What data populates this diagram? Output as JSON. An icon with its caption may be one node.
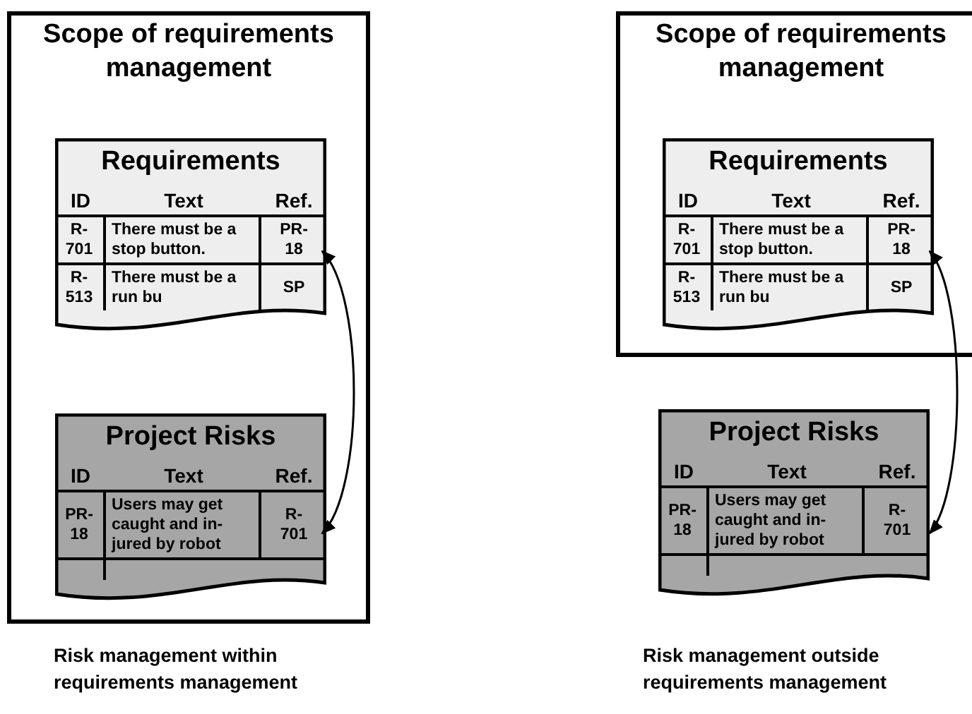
{
  "diagram": {
    "nodes": [
      {
        "text": [
          "Scope of requirements management"
        ]
      },
      {
        "text": [
          "Requirements",
          "ID",
          "Text",
          "Ref.",
          "R- 701",
          "There must be a stop button.",
          "PR- 18",
          "R- 513",
          "There must be a run bu",
          "SP"
        ],
        "in": 0
      },
      {
        "text": [
          "Project Risks",
          "ID",
          "Text",
          "Ref.",
          "PR- 18",
          "Users may get caught and in- jured by robot",
          "R- 701"
        ],
        "in": 0
      },
      {
        "text": [
          "Scope of requirements management"
        ]
      },
      {
        "text": [
          "Requirements",
          "ID",
          "Text",
          "Ref.",
          "R- 701",
          "There must be a stop button.",
          "PR- 18",
          "R- 513",
          "There must be a run bu",
          "SP"
        ],
        "in": 3
      },
      {
        "text": [
          "Project Risks",
          "ID",
          "Text",
          "Ref.",
          "PR- 18",
          "Users may get caught and in- jured by robot",
          "R- 701"
        ]
      }
    ],
    "edges": [
      {
        "from": 1,
        "to": 2,
        "arrow": "both"
      },
      {
        "from": 4,
        "to": 5,
        "arrow": "both"
      }
    ],
    "labels": [
      "Risk management within requirements management",
      "Risk management outside requirements management"
    ]
  }
}
